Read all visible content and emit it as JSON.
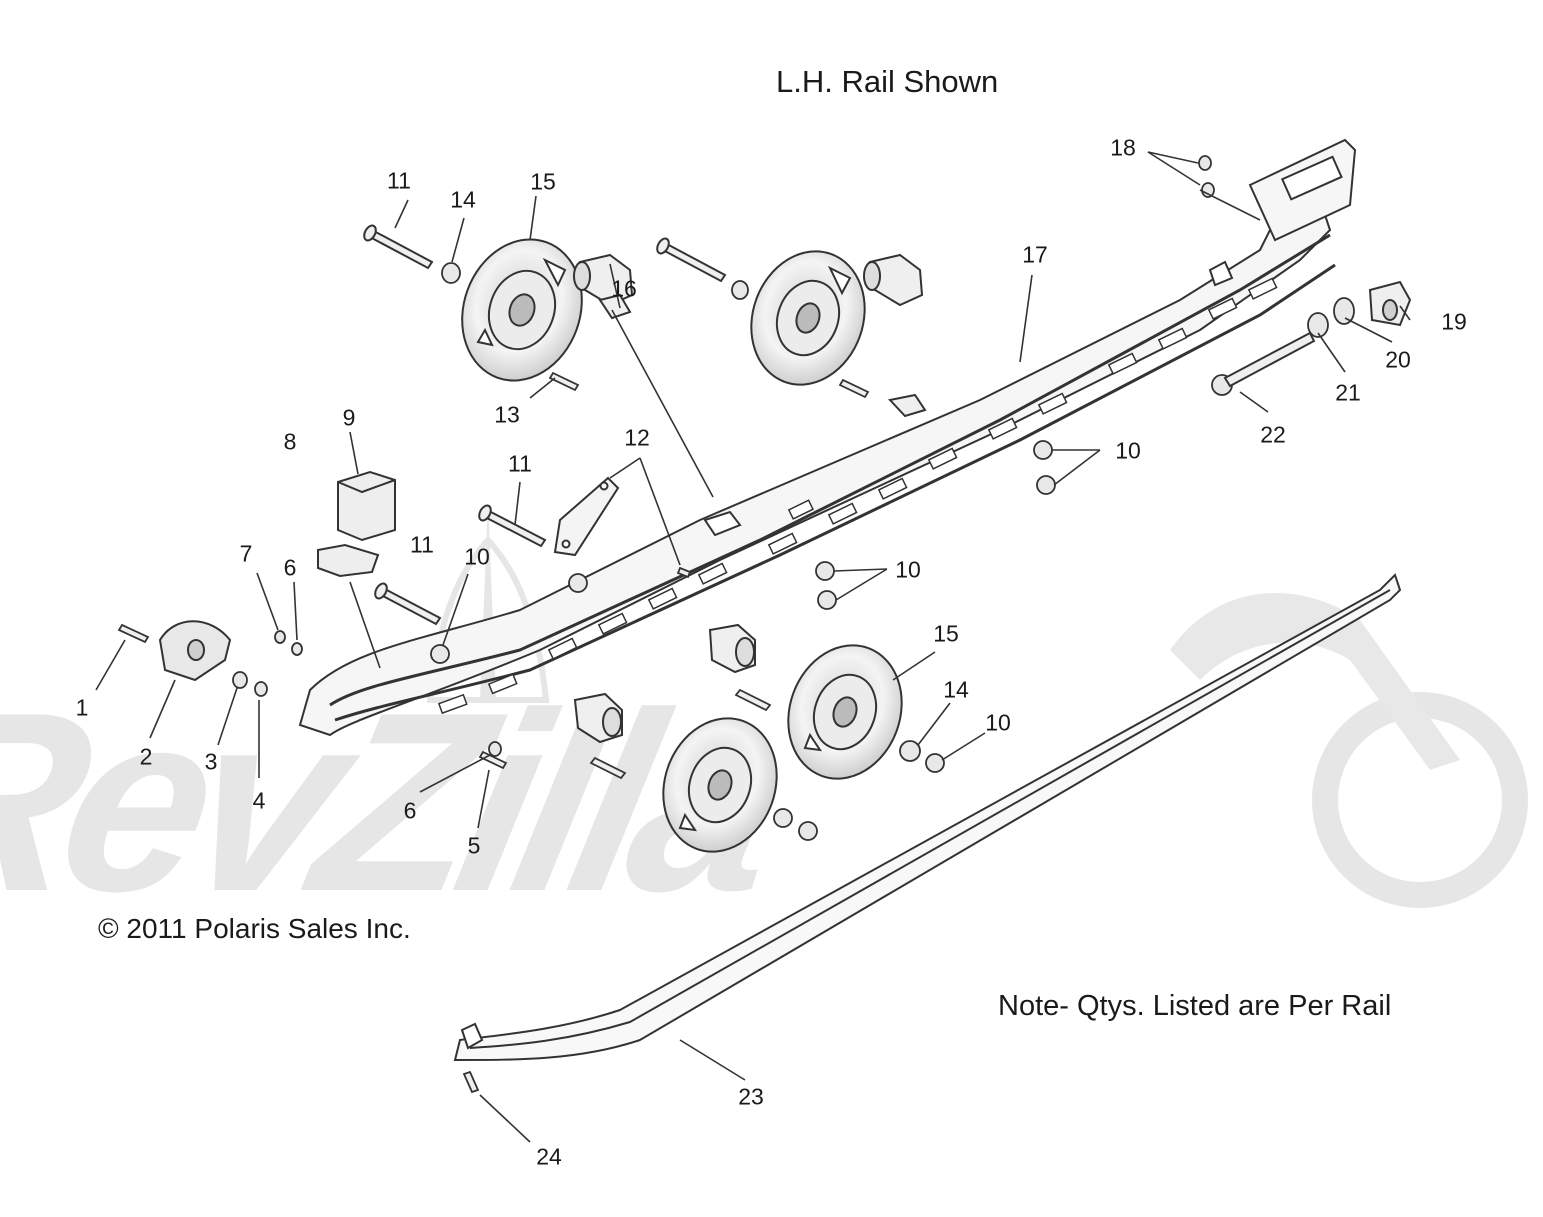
{
  "header": {
    "title": "L.H. Rail Shown"
  },
  "footer": {
    "copyright": "© 2011 Polaris Sales Inc."
  },
  "note": "Note- Qtys. Listed are Per Rail",
  "watermark": {
    "text": "RevZilla",
    "color": "#e6e6e6"
  },
  "colors": {
    "line": "#333333",
    "part_fill": "#f2f2f2",
    "part_shade": "#cfcfcf"
  },
  "callouts": [
    {
      "id": "c1",
      "label": "1"
    },
    {
      "id": "c2",
      "label": "2"
    },
    {
      "id": "c3",
      "label": "3"
    },
    {
      "id": "c4",
      "label": "4"
    },
    {
      "id": "c5",
      "label": "5"
    },
    {
      "id": "c6a",
      "label": "6"
    },
    {
      "id": "c6b",
      "label": "6"
    },
    {
      "id": "c7",
      "label": "7"
    },
    {
      "id": "c8",
      "label": "8"
    },
    {
      "id": "c9",
      "label": "9"
    },
    {
      "id": "c10a",
      "label": "10"
    },
    {
      "id": "c10b",
      "label": "10"
    },
    {
      "id": "c10c",
      "label": "10"
    },
    {
      "id": "c10d",
      "label": "10"
    },
    {
      "id": "c11a",
      "label": "11"
    },
    {
      "id": "c11b",
      "label": "11"
    },
    {
      "id": "c11c",
      "label": "11"
    },
    {
      "id": "c12",
      "label": "12"
    },
    {
      "id": "c13",
      "label": "13"
    },
    {
      "id": "c14a",
      "label": "14"
    },
    {
      "id": "c14b",
      "label": "14"
    },
    {
      "id": "c15a",
      "label": "15"
    },
    {
      "id": "c15b",
      "label": "15"
    },
    {
      "id": "c16",
      "label": "16"
    },
    {
      "id": "c17",
      "label": "17"
    },
    {
      "id": "c18",
      "label": "18"
    },
    {
      "id": "c19",
      "label": "19"
    },
    {
      "id": "c20",
      "label": "20"
    },
    {
      "id": "c21",
      "label": "21"
    },
    {
      "id": "c22",
      "label": "22"
    },
    {
      "id": "c23",
      "label": "23"
    },
    {
      "id": "c24",
      "label": "24"
    }
  ]
}
